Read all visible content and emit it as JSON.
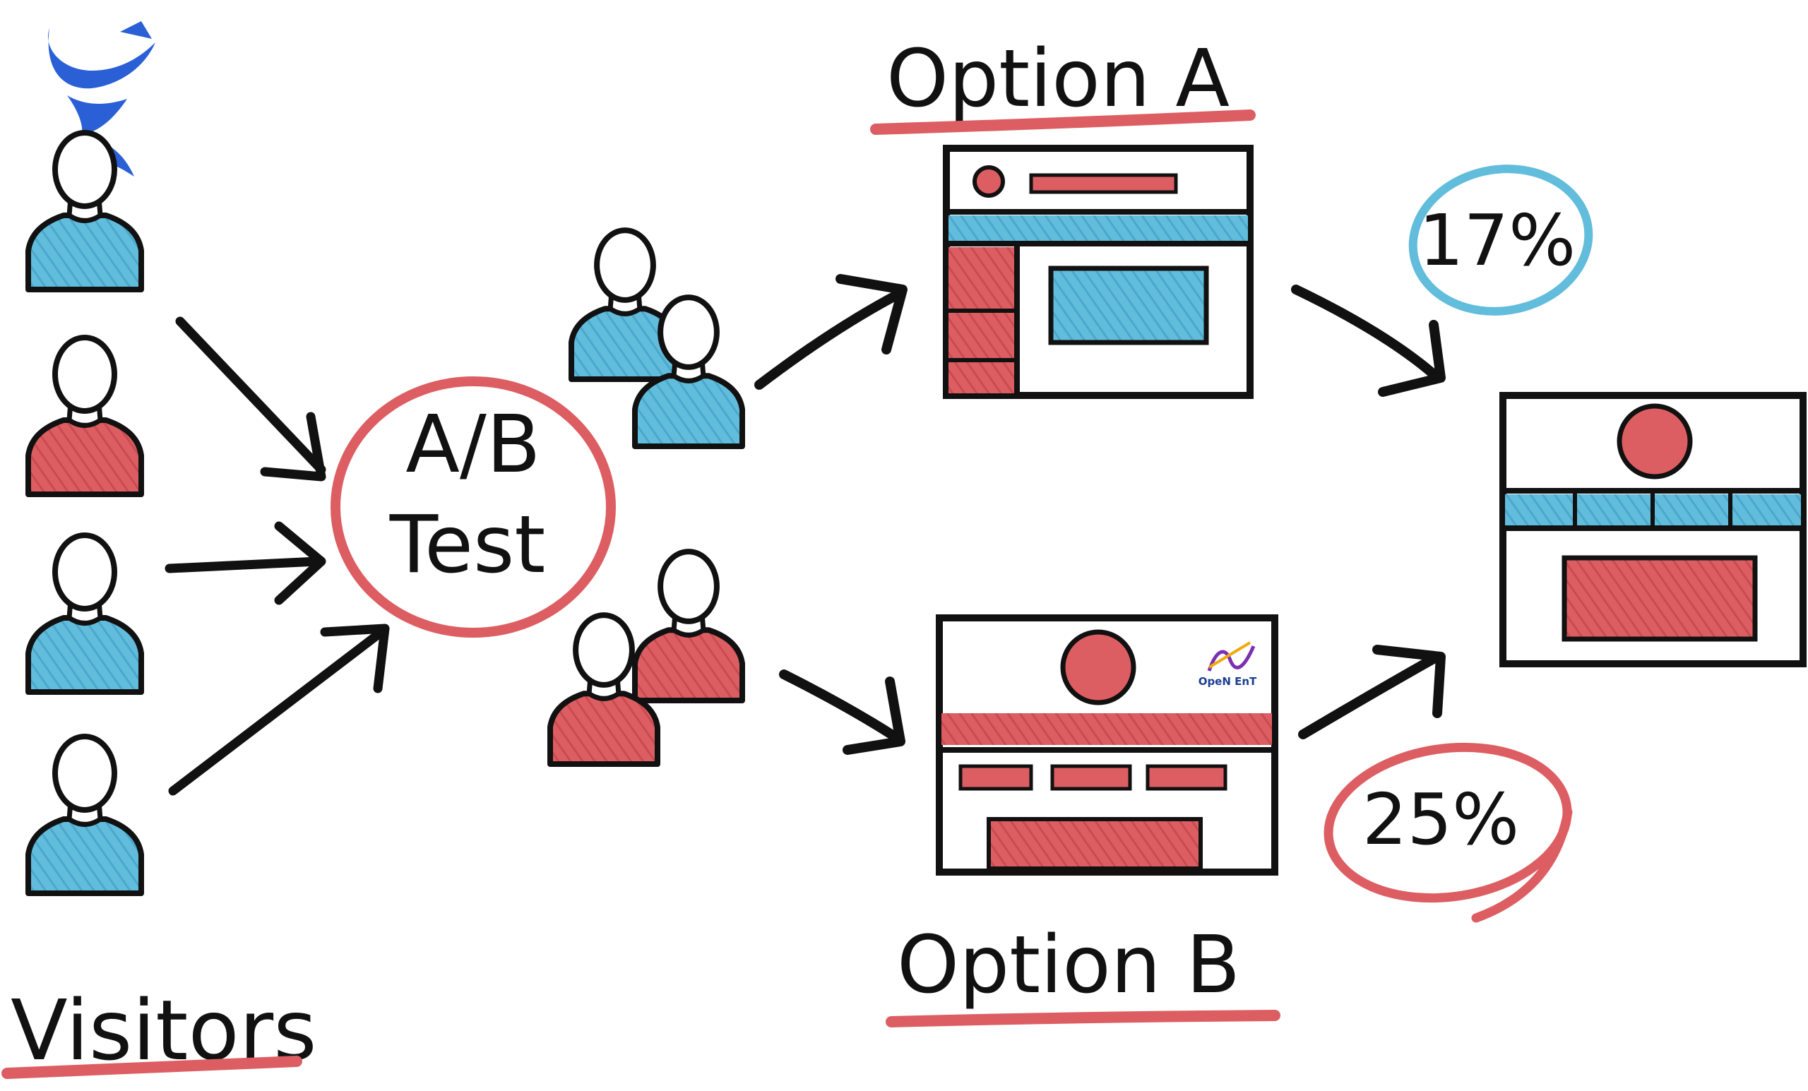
{
  "labels": {
    "visitors": "Visitors",
    "ab_test_line1": "A/B",
    "ab_test_line2": "Test",
    "option_a": "Option A",
    "option_b": "Option B",
    "rate_a": "17%",
    "rate_b": "25%",
    "watermark": "OpeN EnT"
  },
  "colors": {
    "ink": "#111111",
    "red": "#dd5e62",
    "blue": "#62bcdc",
    "logo_blue": "#2a5fd6",
    "white": "#ffffff"
  },
  "visitors": [
    {
      "shirt": "blue"
    },
    {
      "shirt": "red"
    },
    {
      "shirt": "blue"
    },
    {
      "shirt": "blue"
    }
  ],
  "groups": [
    {
      "name": "group-a",
      "shirt": "blue"
    },
    {
      "name": "group-b",
      "shirt": "red"
    }
  ]
}
